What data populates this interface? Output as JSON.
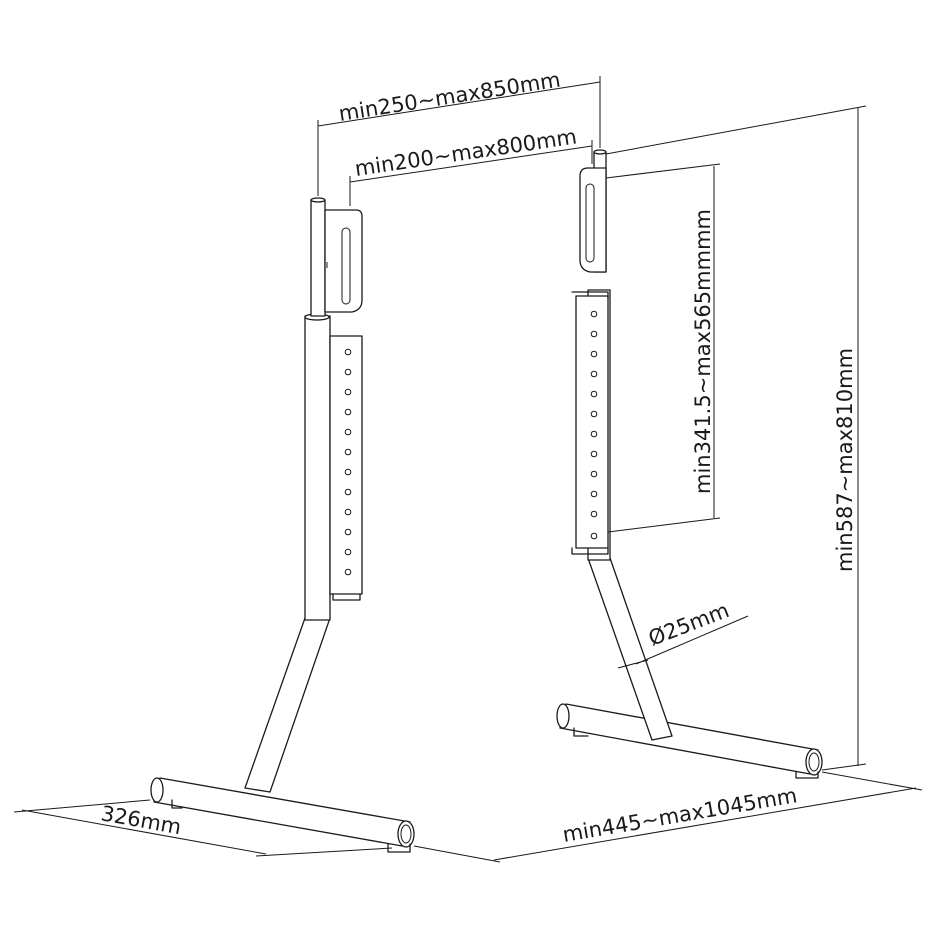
{
  "dimensions": {
    "outer_width": "min250~max850mm",
    "inner_width": "min200~max800mm",
    "bracket_height": "min341.5~max565mmmm",
    "total_height": "min587~max810mm",
    "tube_diameter": "Ø25mm",
    "base_depth": "326mm",
    "base_spread": "min445~max1045mm"
  },
  "colors": {
    "line": "#1a1a1a",
    "background": "#ffffff"
  }
}
